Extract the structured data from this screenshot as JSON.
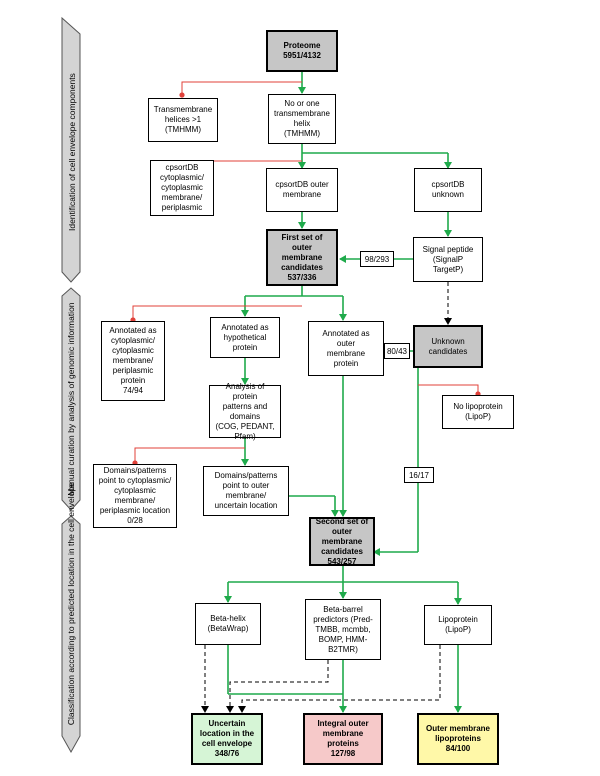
{
  "stages": [
    "Identification of cell envelope components",
    "Manual curation by analysis of genomic information",
    "Classification according to predicted\nlocation in the cell envelope"
  ],
  "nodes": {
    "proteome": "Proteome\n5951/4132",
    "tm_helices": "Transmembrane\nhelices >1\n(TMHMM)",
    "no_one_tm": "No or one\ntransmembrane\nhelix\n(TMHMM)",
    "cpsort_cyto": "cpsortDB\ncytoplasmic/\ncytoplasmic\nmembrane/\nperiplasmic",
    "cpsort_outer": "cpsortDB outer\nmembrane",
    "cpsort_unknown": "cpsortDB\nunknown",
    "first_set": "First set of outer\nmembrane\ncandidates\n537/336",
    "signal_peptide": "Signal peptide\n(SignalP\nTargetP)",
    "annot_cyto": "Annotated as\ncytoplasmic/\ncytoplasmic\nmembrane/\nperiplasmic\nprotein\n74/94",
    "annot_hypo": "Annotated as\nhypothetical\nprotein",
    "annot_outer": "Annotated as\nouter\nmembrane\nprotein",
    "unknown_cand": "Unknown\ncandidates",
    "analysis": "Analysis of protein\npatterns and\ndomains\n(COG, PEDANT,\nPfam)",
    "no_lipo": "No lipoprotein\n(LipoP)",
    "domains_cyto": "Domains/patterns\npoint to cytoplasmic/\ncytoplasmic\nmembrane/\nperiplasmic location\n0/28",
    "domains_outer": "Domains/patterns\npoint to outer\nmembrane/\nuncertain location",
    "second_set": "Second set of\nouter membrane\ncandidates\n543/257",
    "beta_helix": "Beta-helix\n(BetaWrap)",
    "beta_barrel": "Beta-barrel\npredictors (Pred-\nTMBB, mcmbb,\nBOMP, HMM-\nB2TMR)",
    "lipoprotein": "Lipoprotein\n(LipoP)",
    "uncertain": "Uncertain\nlocation in the\ncell envelope\n348/76",
    "integral": "Integral outer\nmembrane\nproteins\n127/98",
    "om_lipo": "Outer membrane\nlipoproteins\n84/100"
  },
  "edge_labels": {
    "sp_to_first": "98/293",
    "outer_from_unknown": "80/43",
    "unknown_to_second": "16/17"
  },
  "colors": {
    "green_arrow": "#1faa4b",
    "red_line": "#e0413a",
    "grey_box": "#c6c6c6",
    "uncertain_fill": "#d6f5d6",
    "integral_fill": "#f6c9c9",
    "lipo_fill": "#fff8a8"
  }
}
